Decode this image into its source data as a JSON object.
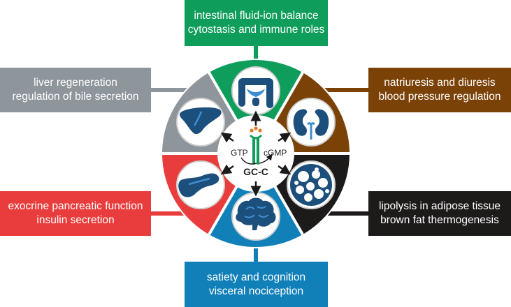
{
  "boxes": {
    "top": {
      "line1": "intestinal fluid-ion balance",
      "line2": "cytostasis and immune roles",
      "color": "#0f9d5b"
    },
    "top_left": {
      "line1": "liver regeneration",
      "line2": "regulation of bile secretion",
      "color": "#8e959b"
    },
    "top_right": {
      "line1": "natriuresis and diuresis",
      "line2": "blood pressure regulation",
      "color": "#7a4207"
    },
    "bottom_left": {
      "line1": "exocrine pancreatic function",
      "line2": "insulin secretion",
      "color": "#e93c3c"
    },
    "bottom_right": {
      "line1": "lipolysis in adipose tissue",
      "line2": "brown fat thermogenesis",
      "color": "#1d1a1a"
    },
    "bottom": {
      "line1": "satiety and cognition",
      "line2": "visceral nociception",
      "color": "#1180b9"
    }
  },
  "center": {
    "gtp_label": "GTP",
    "cgmp_label": "cGMP",
    "enzyme_label": "GC-C"
  },
  "icons": [
    "intestine-icon",
    "kidney-icon",
    "adipose-icon",
    "brain-icon",
    "pancreas-icon",
    "liver-icon"
  ],
  "colors": {
    "green": "#0f9d5b",
    "brown": "#7a4207",
    "black": "#1d1a1a",
    "blue": "#1180b9",
    "red": "#e93c3c",
    "gray": "#8e959b",
    "organ_blue": "#1d4f7c"
  }
}
